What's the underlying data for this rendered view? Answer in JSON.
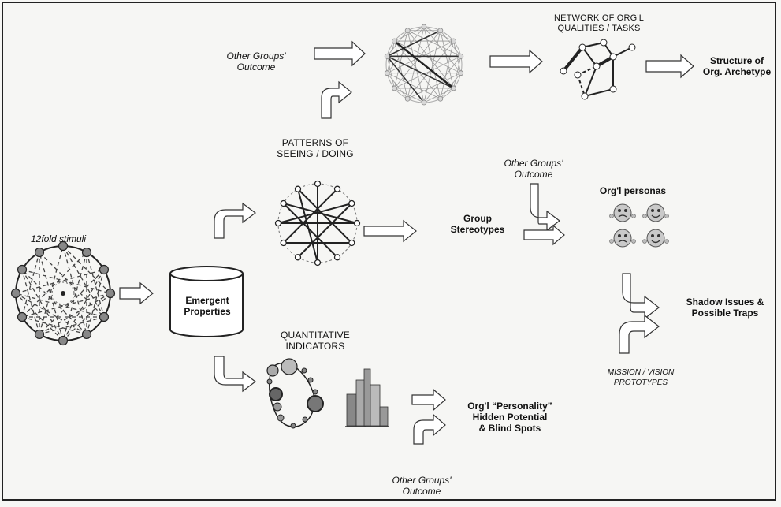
{
  "labels": {
    "stimuli": "12fold stimuli",
    "emergent_properties": "Emergent\nProperties",
    "patterns": "PATTERNS OF\nSEEING / DOING",
    "quantitative": "QUANTITATIVE\nINDICATORS",
    "network": "NETWORK OF ORG'L\nQUALITIES / TASKS",
    "other_groups_top": "Other Groups'\nOutcome",
    "other_groups_mid": "Other Groups'\nOutcome",
    "other_groups_bottom": "Other Groups'\nOutcome",
    "structure": "Structure of\nOrg. Archetype",
    "group_stereotypes": "Group\nStereotypes",
    "personas": "Org'l personas",
    "shadow": "Shadow Issues &\nPossible Traps",
    "mission": "MISSION / VISION\nPROTOTYPES",
    "personality": "Org'l “Personality”\nHidden Potential\n& Blind Spots"
  },
  "colors": {
    "ink": "#222222",
    "node_fill": "#888888",
    "light_node": "#d8d8d8",
    "bar_fill": "#777777"
  },
  "icons": {
    "persona": "smiley-face-icon"
  }
}
